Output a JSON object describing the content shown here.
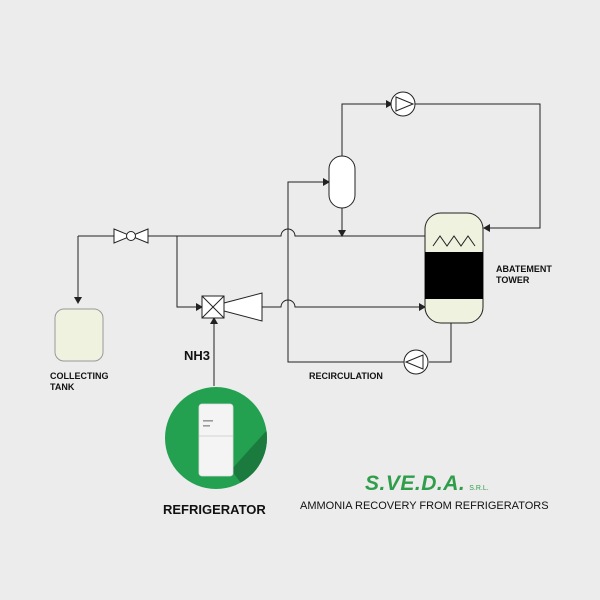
{
  "labels": {
    "abatement_tower": "ABATEMENT\nTOWER",
    "collecting_tank": "COLLECTING\nTANK",
    "recirculation": "RECIRCULATION",
    "nh3": "NH3",
    "refrigerator": "REFRIGERATOR"
  },
  "logo": {
    "name": "S.VE.D.A.",
    "suffix": "S.R.L.",
    "tagline": "AMMONIA RECOVERY FROM REFRIGERATORS"
  },
  "colors": {
    "background": "#ececec",
    "line": "#222222",
    "equipment_fill": "#eef2df",
    "packing": "#000000",
    "brand_green": "#2e9e4a",
    "badge_green": "#23a150",
    "badge_shadow": "#1b7a3d"
  },
  "icons": [
    "valve-icon",
    "pump-icon",
    "refrigerator-icon"
  ]
}
